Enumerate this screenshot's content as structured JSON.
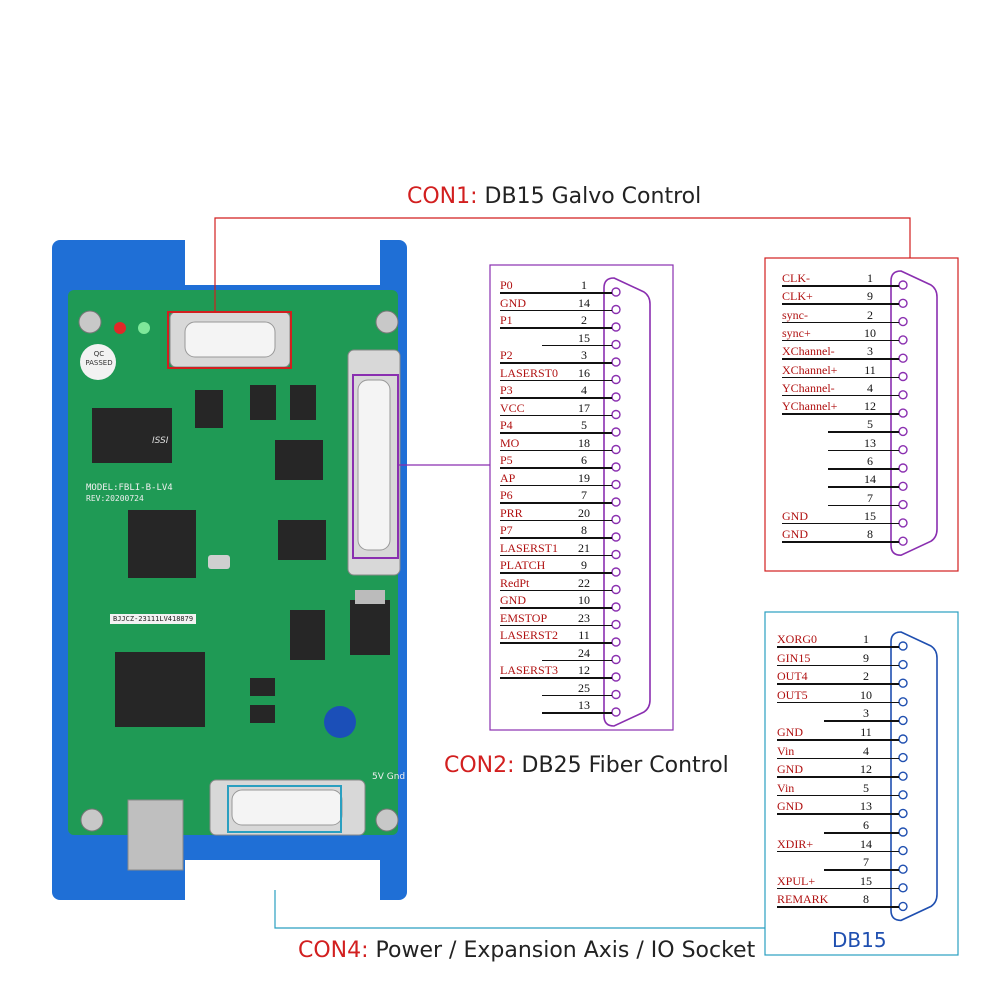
{
  "headings": {
    "con1": {
      "prefix": "CON1:",
      "text": "DB15 Galvo Control"
    },
    "con2": {
      "prefix": "CON2:",
      "text": "DB25 Fiber Control"
    },
    "con4": {
      "prefix": "CON4:",
      "text": "Power / Expansion Axis / IO Socket"
    }
  },
  "board": {
    "model_label": "MODEL:FBLI-B-LV4",
    "rev_label": "REV:20200724",
    "qc_label": "QC PASSED",
    "chip_label": "ISSI",
    "serial_label": "BJJCZ-23111LV418879",
    "terminal_label": "5V Gnd",
    "board_color": "#1f9a55",
    "case_color": "#1f6fd6"
  },
  "db25": {
    "pins": [
      {
        "name": "P0",
        "num": "1"
      },
      {
        "name": "GND",
        "num": "14"
      },
      {
        "name": "P1",
        "num": "2"
      },
      {
        "name": "",
        "num": "15"
      },
      {
        "name": "P2",
        "num": "3"
      },
      {
        "name": "LASERST0",
        "num": "16"
      },
      {
        "name": "P3",
        "num": "4"
      },
      {
        "name": "VCC",
        "num": "17"
      },
      {
        "name": "P4",
        "num": "5"
      },
      {
        "name": "MO",
        "num": "18"
      },
      {
        "name": "P5",
        "num": "6"
      },
      {
        "name": "AP",
        "num": "19"
      },
      {
        "name": "P6",
        "num": "7"
      },
      {
        "name": "PRR",
        "num": "20"
      },
      {
        "name": "P7",
        "num": "8"
      },
      {
        "name": "LASERST1",
        "num": "21"
      },
      {
        "name": "PLATCH",
        "num": "9"
      },
      {
        "name": "RedPt",
        "num": "22"
      },
      {
        "name": "GND",
        "num": "10"
      },
      {
        "name": "EMSTOP",
        "num": "23"
      },
      {
        "name": "LASERST2",
        "num": "11"
      },
      {
        "name": "",
        "num": "24"
      },
      {
        "name": "LASERST3",
        "num": "12"
      },
      {
        "name": "",
        "num": "25"
      },
      {
        "name": "",
        "num": "13"
      }
    ]
  },
  "db15_galvo": {
    "pins": [
      {
        "name": "CLK-",
        "num": "1"
      },
      {
        "name": "CLK+",
        "num": "9"
      },
      {
        "name": "sync-",
        "num": "2"
      },
      {
        "name": "sync+",
        "num": "10"
      },
      {
        "name": "XChannel-",
        "num": "3"
      },
      {
        "name": "XChannel+",
        "num": "11"
      },
      {
        "name": "YChannel-",
        "num": "4"
      },
      {
        "name": "YChannel+",
        "num": "12"
      },
      {
        "name": "",
        "num": "5"
      },
      {
        "name": "",
        "num": "13"
      },
      {
        "name": "",
        "num": "6"
      },
      {
        "name": "",
        "num": "14"
      },
      {
        "name": "",
        "num": "7"
      },
      {
        "name": "GND",
        "num": "15"
      },
      {
        "name": "GND",
        "num": "8"
      }
    ]
  },
  "db15_io": {
    "label": "DB15",
    "pins": [
      {
        "name": "XORG0",
        "num": "1"
      },
      {
        "name": "GIN15",
        "num": "9"
      },
      {
        "name": "OUT4",
        "num": "2"
      },
      {
        "name": "OUT5",
        "num": "10"
      },
      {
        "name": "",
        "num": "3"
      },
      {
        "name": "GND",
        "num": "11"
      },
      {
        "name": "Vin",
        "num": "4"
      },
      {
        "name": "GND",
        "num": "12"
      },
      {
        "name": "Vin",
        "num": "5"
      },
      {
        "name": "GND",
        "num": "13"
      },
      {
        "name": "",
        "num": "6"
      },
      {
        "name": "XDIR+",
        "num": "14"
      },
      {
        "name": "",
        "num": "7"
      },
      {
        "name": "XPUL+",
        "num": "15"
      },
      {
        "name": "REMARK",
        "num": "8"
      }
    ]
  },
  "colors": {
    "con1_accent": "#d21f1f",
    "con2_accent": "#8a2fb0",
    "con4_accent": "#2a9fc0",
    "db15_label": "#1f4fb0"
  }
}
